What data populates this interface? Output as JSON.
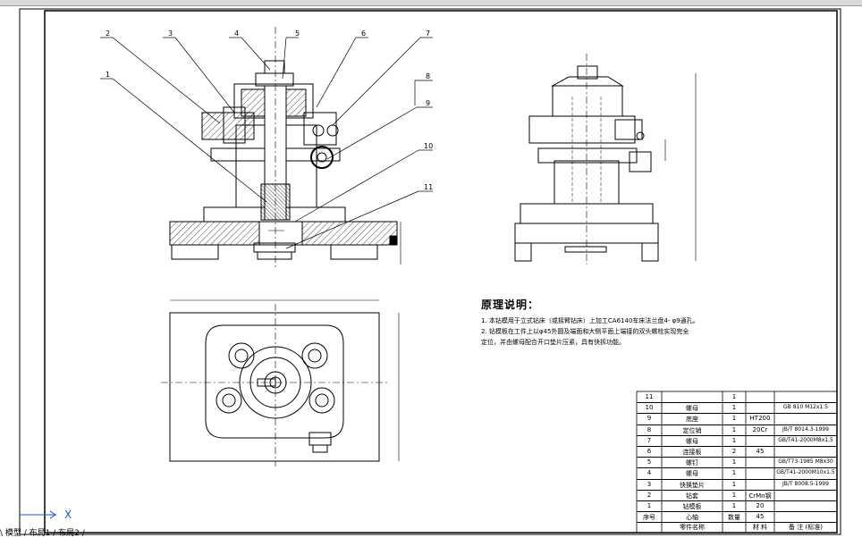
{
  "notes": {
    "title": "原理说明：",
    "lines": [
      "1. 本钻模用于立式钻床（或摇臂钻床）上加工CA6140车床法兰盘4- φ9通孔。",
      "2. 钻模板在工件上以φ45外圆及端面和大侧平面上端接的双头螺栓实现完全",
      "定位，并由螺母配合开口垫片压紧，具有快拆功能。"
    ]
  },
  "callouts": [
    "2",
    "3",
    "4",
    "5",
    "6",
    "7",
    "8",
    "9",
    "10",
    "11",
    "1"
  ],
  "bom": {
    "rows": [
      {
        "no": "11",
        "name": "",
        "qty": "1",
        "material": "",
        "std": ""
      },
      {
        "no": "10",
        "name": "螺母",
        "qty": "1",
        "material": "",
        "std": "GB 810 M12x1.5"
      },
      {
        "no": "9",
        "name": "底座",
        "qty": "1",
        "material": "HT200",
        "std": ""
      },
      {
        "no": "8",
        "name": "定位销",
        "qty": "1",
        "material": "20Cr",
        "std": "JB/T 8014.3-1999"
      },
      {
        "no": "7",
        "name": "螺母",
        "qty": "1",
        "material": "",
        "std": "GB/T41-2000M8x1.5"
      },
      {
        "no": "6",
        "name": "连接板",
        "qty": "2",
        "material": "45",
        "std": ""
      },
      {
        "no": "5",
        "name": "螺钉",
        "qty": "1",
        "material": "",
        "std": "GB/T73-1985 M8x30"
      },
      {
        "no": "4",
        "name": "螺母",
        "qty": "1",
        "material": "",
        "std": "GB/T41-2000M10x1.5"
      },
      {
        "no": "3",
        "name": "快换垫片",
        "qty": "1",
        "material": "",
        "std": "JB/T 8008.5-1999"
      },
      {
        "no": "2",
        "name": "钻套",
        "qty": "1",
        "material": "CrMn钢",
        "std": ""
      },
      {
        "no": "1",
        "name": "钻模板",
        "qty": "1",
        "material": "20",
        "std": ""
      },
      {
        "no": "序号",
        "name": "心轴",
        "qty": "数量",
        "material": "45",
        "std": ""
      }
    ],
    "footer": {
      "name": "零件名称",
      "material": "材 料",
      "std": "备 注 (标准)"
    }
  },
  "tabs": [
    "\\ 模型 / 布局1 / 布局2 /"
  ],
  "ucs_label": "X"
}
